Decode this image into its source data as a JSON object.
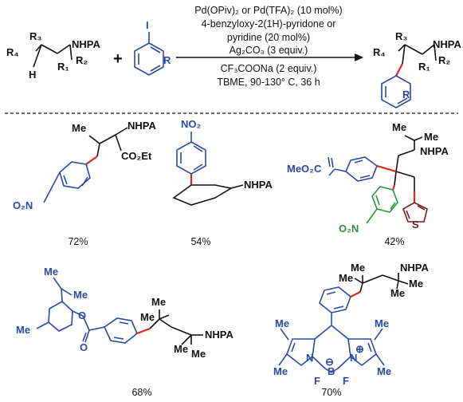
{
  "conditions": {
    "line1": "Pd(OPiv)₂ or Pd(TFA)₂ (10 mol%)",
    "line2": "4-benzyloxy-2(1H)-pyridone or",
    "line3": "pyridine (20 mol%)",
    "line4": "Ag₂CO₃ (3 equiv.)",
    "line5": "CF₃COONa (2 equiv.)",
    "line6": "TBME, 90-130° C, 36 h"
  },
  "scheme_labels": {
    "r4_left": "R₄",
    "r3_left": "R₃",
    "nhpa_left": "NHPA",
    "h_left": "H",
    "r1_left": "R₁",
    "r2_left": "R₂",
    "plus": "+",
    "iodo": "I",
    "r_aryl": "R",
    "r3_right": "R₃",
    "r4_right": "R₄",
    "nhpa_right": "NHPA",
    "r1_right": "R₁",
    "r2_right": "R₂",
    "r_right": "R"
  },
  "products": [
    {
      "name": "p1",
      "labels": {
        "me": "Me",
        "nhpa": "NHPA",
        "co2et": "CO₂Et",
        "no2": "O₂N"
      },
      "yield": "72%"
    },
    {
      "name": "p2",
      "labels": {
        "no2": "NO₂",
        "nhpa": "NHPA"
      },
      "yield": "54%"
    },
    {
      "name": "p3",
      "labels": {
        "me1": "Me",
        "me2": "Me",
        "nhpa": "NHPA",
        "meo2c": "MeO₂C",
        "s": "S",
        "o2n": "O₂N"
      },
      "yield": "42%"
    },
    {
      "name": "p4",
      "labels": {
        "me_ipr1": "Me",
        "me_ipr2": "Me",
        "me_ring": "Me",
        "o_ester": "O",
        "o_carbonyl": "O",
        "me_a": "Me",
        "me_b": "Me",
        "me_c": "Me",
        "me_d": "Me",
        "nhpa": "NHPA"
      },
      "yield": "68%"
    },
    {
      "name": "p5",
      "labels": {
        "me_a": "Me",
        "me_b": "Me",
        "me_c": "Me",
        "me_d": "Me",
        "nhpa": "NHPA",
        "me1": "Me",
        "me2": "Me",
        "me3": "Me",
        "me4": "Me",
        "n_left": "N",
        "n_right": "N",
        "b": "B",
        "f_left": "F",
        "f_right": "F",
        "minus": "⊖",
        "plus": "⊕"
      },
      "yield": "70%"
    }
  ],
  "colors": {
    "blue": "#2b48a6",
    "red": "#e0241b",
    "green": "#2f8f3a",
    "darkred": "#7a1a1a",
    "black": "#111111"
  }
}
